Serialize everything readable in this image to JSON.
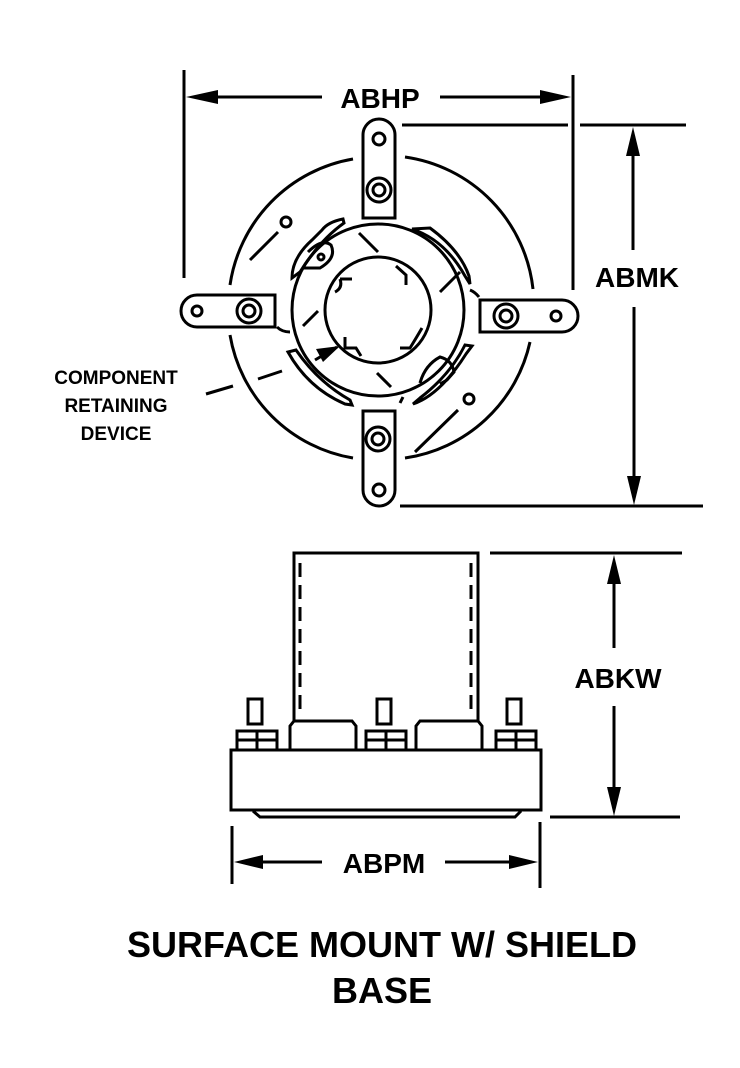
{
  "diagram": {
    "title_line1": "SURFACE MOUNT W/ SHIELD",
    "title_line2": "BASE",
    "views": {
      "top_view": {
        "dimensions": {
          "width_label": "ABHP",
          "height_label": "ABMK"
        },
        "callout": {
          "line1": "COMPONENT",
          "line2": "RETAINING",
          "line3": "DEVICE"
        },
        "terminal_lugs": 4
      },
      "side_view": {
        "dimensions": {
          "height_label": "ABKW",
          "width_label": "ABPM"
        },
        "terminal_posts": 3
      }
    },
    "colors": {
      "line": "#000000",
      "background": "#ffffff"
    }
  }
}
